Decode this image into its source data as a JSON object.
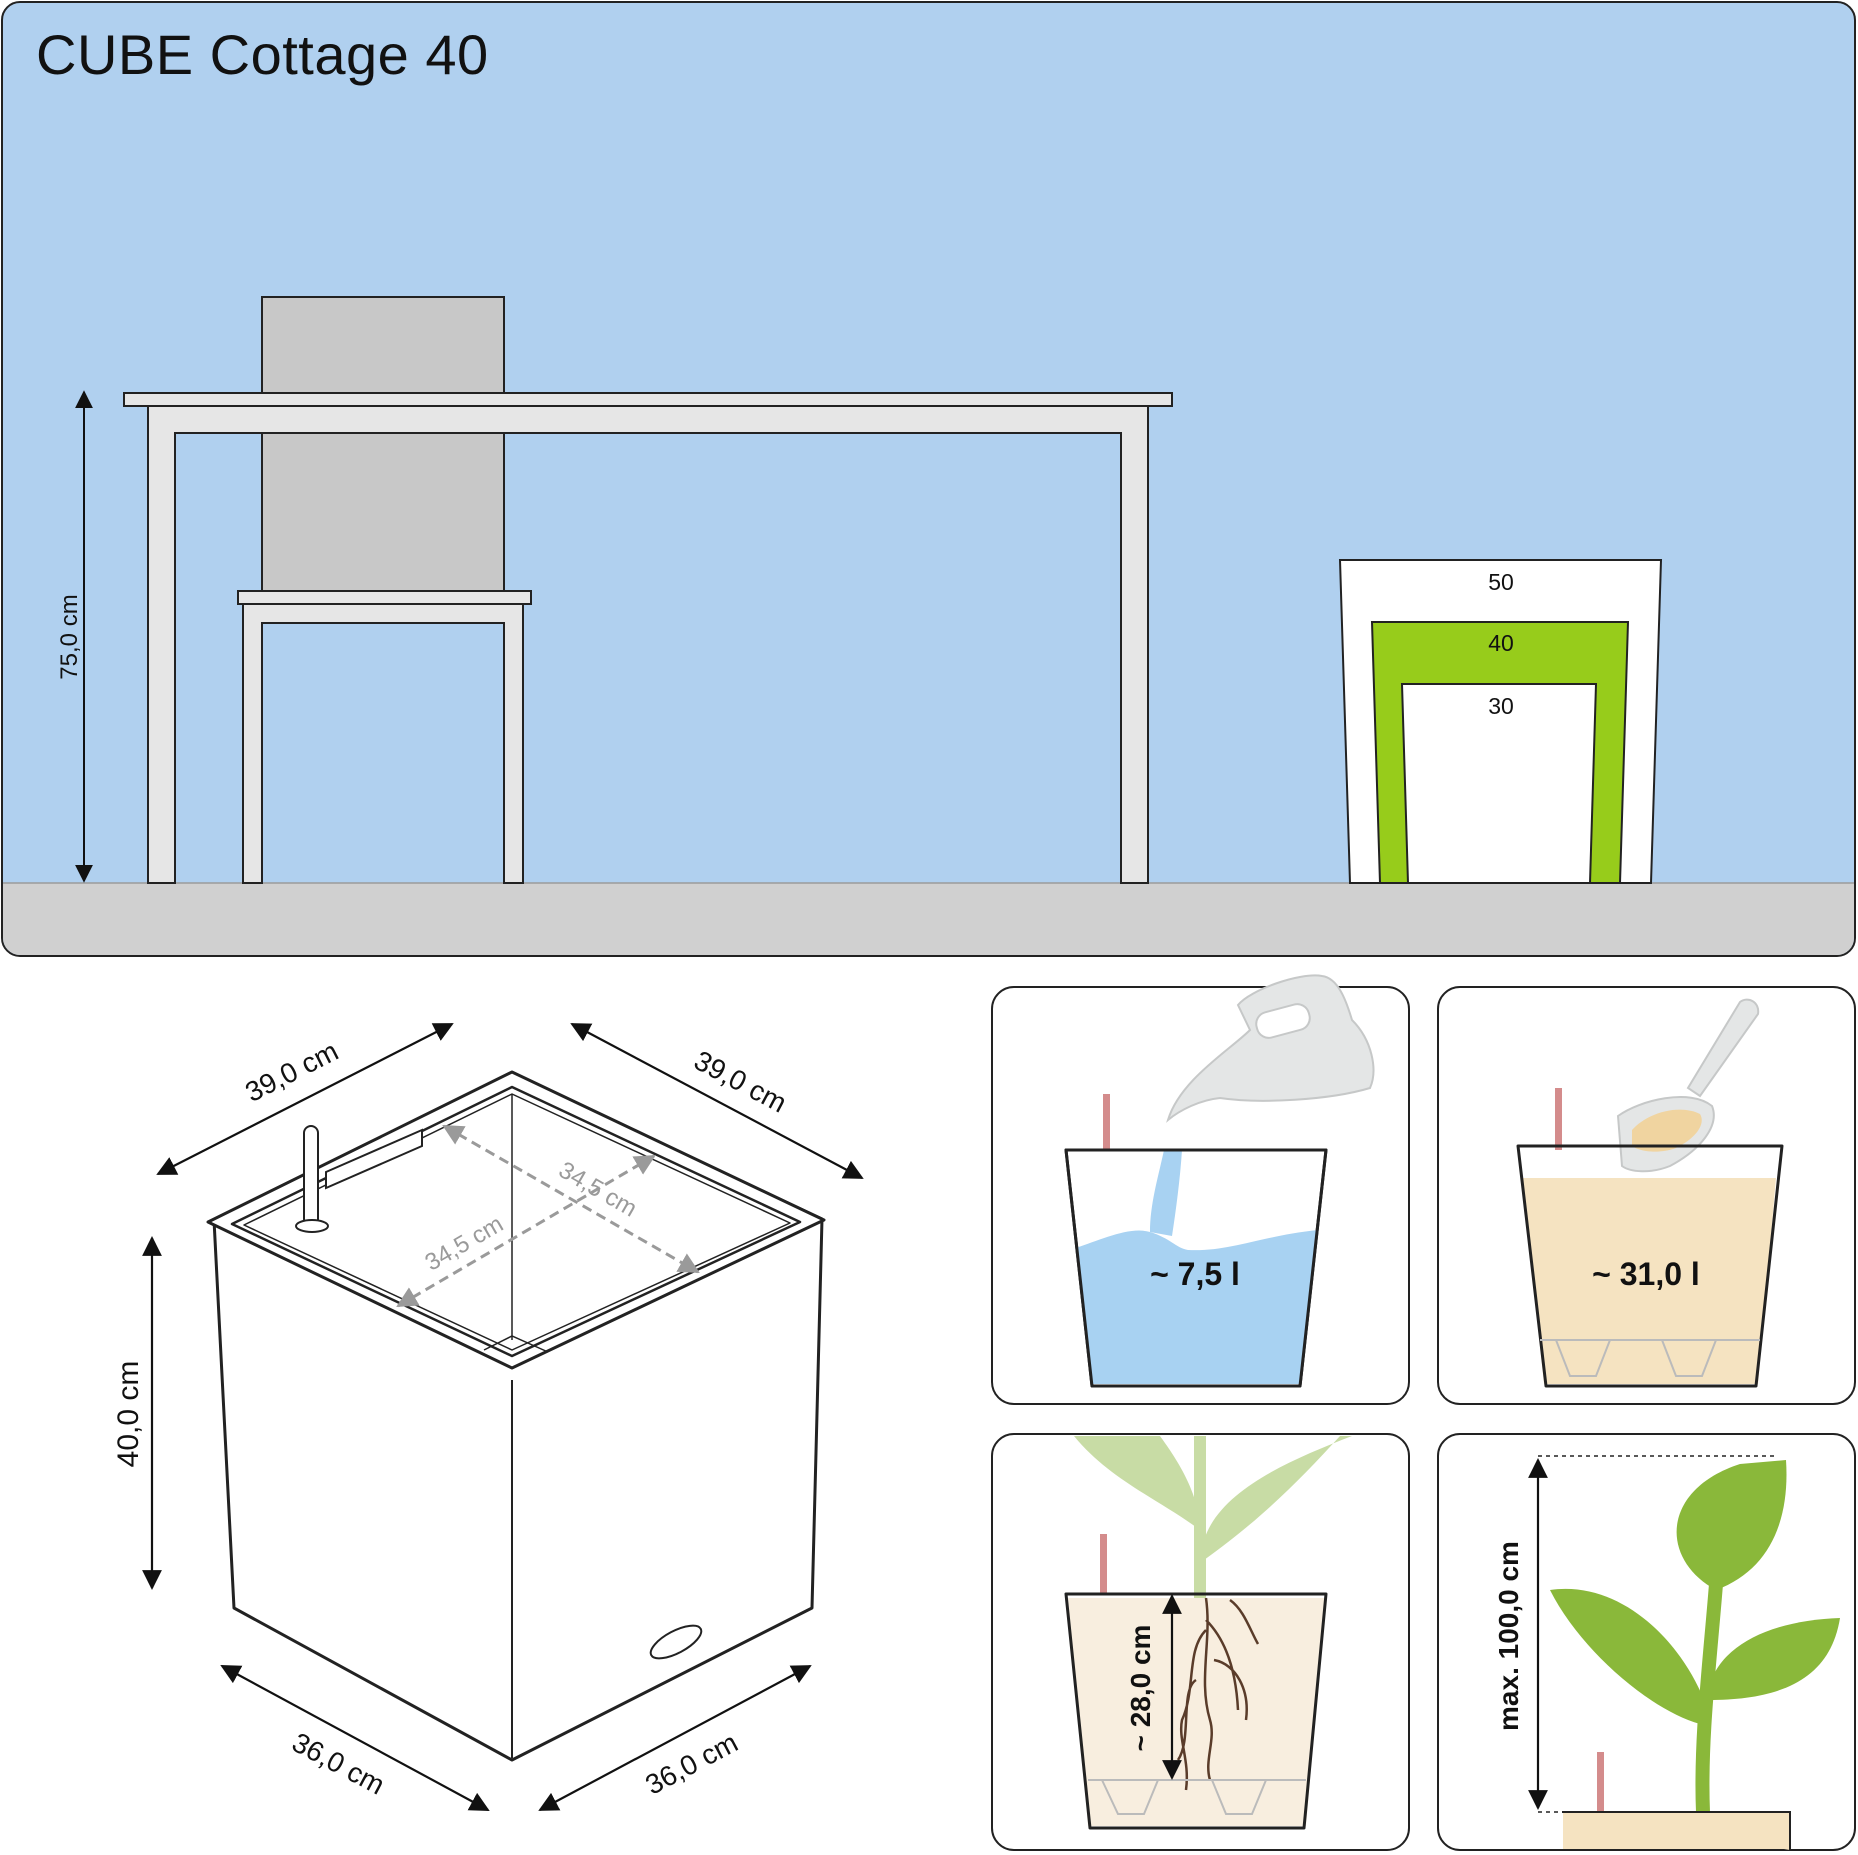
{
  "title": "CUBE Cottage 40",
  "colors": {
    "sky": "#b0d0ef",
    "floor": "#d0d0d0",
    "accent_green": "#97cc1b",
    "water": "#a8d2f2",
    "soil": "#f5e3c1",
    "leaf": "#8ab83a",
    "leaf_light": "#c8dca5",
    "stick": "#d48c8c"
  },
  "scene": {
    "height_label": "75,0 cm",
    "size_labels": [
      "50",
      "40",
      "30"
    ]
  },
  "product": {
    "top_width_left": "39,0 cm",
    "top_width_right": "39,0 cm",
    "inner_left": "34,5 cm",
    "inner_right": "34,5 cm",
    "height": "40,0 cm",
    "base_left": "36,0 cm",
    "base_right": "36,0 cm"
  },
  "panels": {
    "water_volume": "~ 7,5 l",
    "soil_volume": "~ 31,0 l",
    "root_depth": "~ 28,0 cm",
    "max_plant_height": "max. 100,0 cm"
  }
}
